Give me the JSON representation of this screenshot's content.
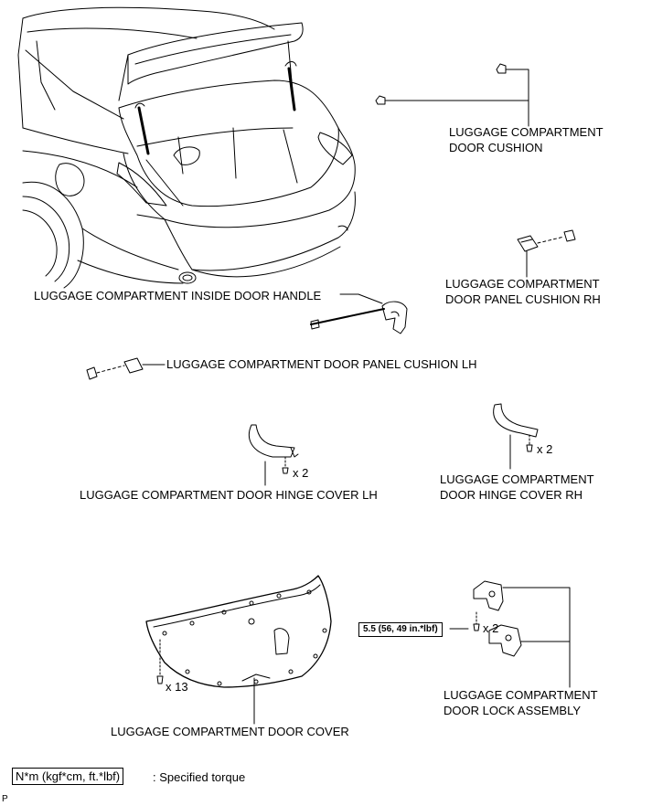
{
  "labels": {
    "door_cushion_l1": "LUGGAGE COMPARTMENT",
    "door_cushion_l2": "DOOR CUSHION",
    "panel_cushion_rh_l1": "LUGGAGE COMPARTMENT",
    "panel_cushion_rh_l2": "DOOR PANEL CUSHION RH",
    "inside_door_handle": "LUGGAGE COMPARTMENT INSIDE DOOR HANDLE",
    "panel_cushion_lh": "LUGGAGE COMPARTMENT DOOR PANEL CUSHION LH",
    "hinge_cover_lh": "LUGGAGE COMPARTMENT DOOR HINGE COVER LH",
    "hinge_cover_rh_l1": "LUGGAGE COMPARTMENT",
    "hinge_cover_rh_l2": "DOOR HINGE COVER RH",
    "door_cover": "LUGGAGE COMPARTMENT DOOR COVER",
    "lock_assembly_l1": "LUGGAGE COMPARTMENT",
    "lock_assembly_l2": "DOOR LOCK ASSEMBLY"
  },
  "counts": {
    "hinge_lh_clips": "x 2",
    "hinge_rh_clips": "x 2",
    "cover_clips": "x 13",
    "lock_bolts": "x 2"
  },
  "torque": {
    "lock_bolts": "5.5 (56, 49 in.*lbf)"
  },
  "legend": {
    "box": "N*m (kgf*cm, ft.*lbf)",
    "text": ": Specified torque"
  },
  "corner_mark": "P"
}
